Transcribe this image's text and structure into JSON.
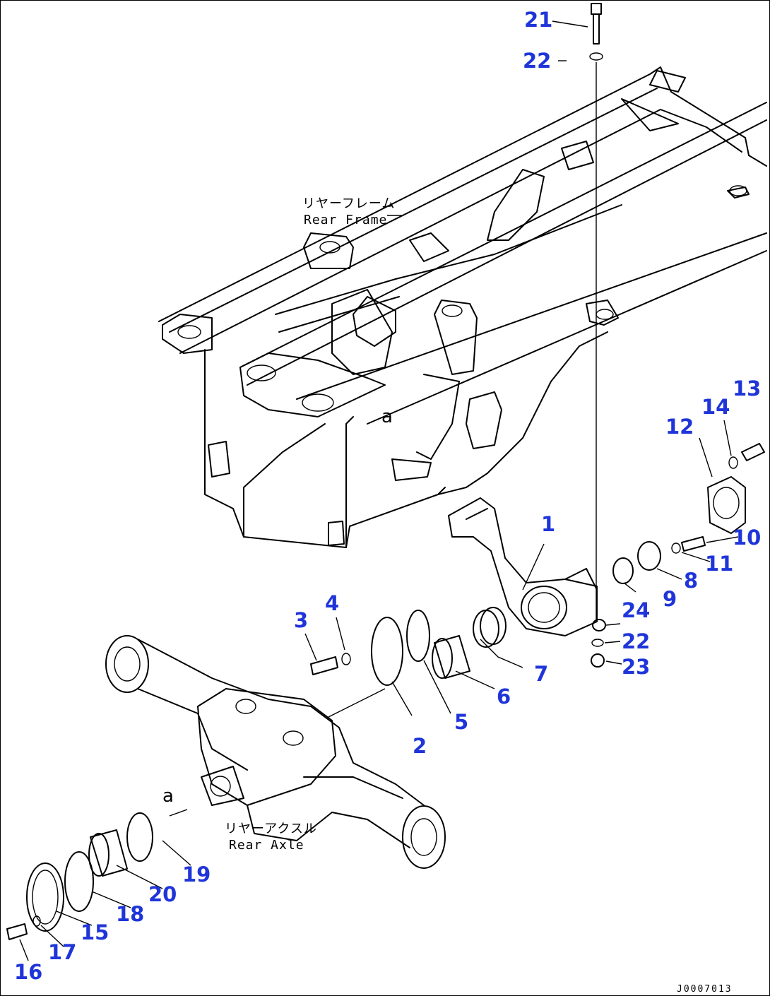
{
  "labels": {
    "rear_frame_jp": "リヤーフレーム",
    "rear_frame_en": "Rear Frame",
    "rear_axle_jp": "リヤーアクスル",
    "rear_axle_en": "Rear Axle",
    "detail_mark_1": "a",
    "detail_mark_2": "a"
  },
  "parts": {
    "p1": "1",
    "p2": "2",
    "p3": "3",
    "p4": "4",
    "p5": "5",
    "p6": "6",
    "p7": "7",
    "p8": "8",
    "p9": "9",
    "p10": "10",
    "p11": "11",
    "p12": "12",
    "p13": "13",
    "p14": "14",
    "p15": "15",
    "p16": "16",
    "p17": "17",
    "p18": "18",
    "p19": "19",
    "p20": "20",
    "p21": "21",
    "p22a": "22",
    "p22b": "22",
    "p23": "23",
    "p24": "24"
  },
  "drawing_code": "J0007013",
  "colors": {
    "callout": "#1f35d9",
    "line": "#000000",
    "background": "#ffffff"
  }
}
